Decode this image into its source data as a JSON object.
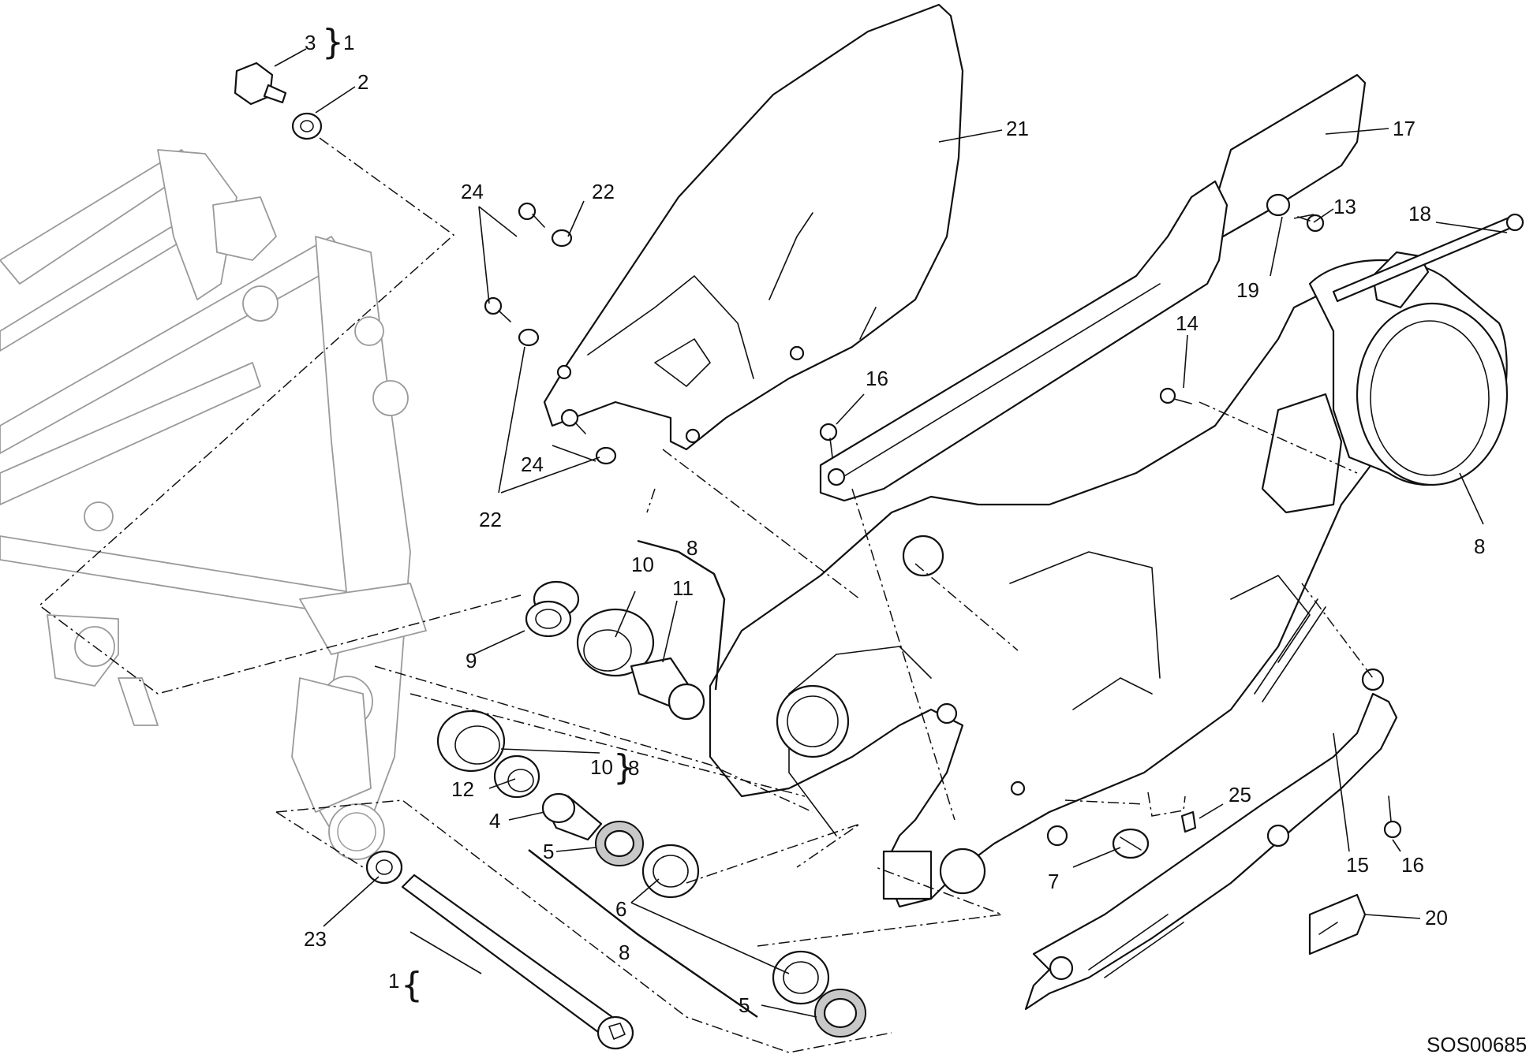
{
  "drawing_code": "SOS00685",
  "callouts": {
    "c3": "3",
    "c1a": "1",
    "c2": "2",
    "c21": "21",
    "c17": "17",
    "c24a": "24",
    "c22a": "22",
    "c13": "13",
    "c18": "18",
    "c19": "19",
    "c14": "14",
    "c16a": "16",
    "c24b": "24",
    "c22b": "22",
    "c8a": "8",
    "c8b": "8",
    "c10a": "10",
    "c11": "11",
    "c9": "9",
    "c10b": "10",
    "c8c": "8",
    "c12": "12",
    "c4": "4",
    "c5a": "5",
    "c25": "25",
    "c7": "7",
    "c15": "15",
    "c16b": "16",
    "c6": "6",
    "c23": "23",
    "c8d": "8",
    "c20": "20",
    "c1b": "1",
    "c5b": "5"
  },
  "braces": {
    "open": "{",
    "close": "}"
  }
}
